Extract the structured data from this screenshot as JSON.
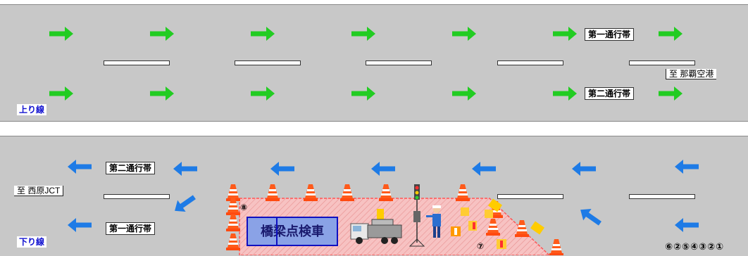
{
  "up_road": {
    "lane_label_1": "第一通行帯",
    "lane_label_2": "第二通行帯",
    "destination": "至 那覇空港",
    "direction_label": "上り線",
    "arrow_color": "#22cc22"
  },
  "down_road": {
    "lane_label_2": "第二通行帯",
    "lane_label_1": "第一通行帯",
    "destination": "至 西原JCT",
    "direction_label": "下り線",
    "arrow_color": "#1e7be6"
  },
  "work_zone": {
    "fill_color": "#f5b8b8",
    "label_8": "⑧",
    "label_7": "⑦",
    "vehicle_label": "橋梁点検車",
    "install_order": "⑥②⑤④③②①"
  },
  "icons": [
    "right-arrow-icon",
    "left-arrow-icon",
    "traffic-cone-icon",
    "inspection-truck-icon",
    "flagman-icon",
    "warning-sign-icon",
    "arrow-board-icon",
    "traffic-light-icon"
  ]
}
